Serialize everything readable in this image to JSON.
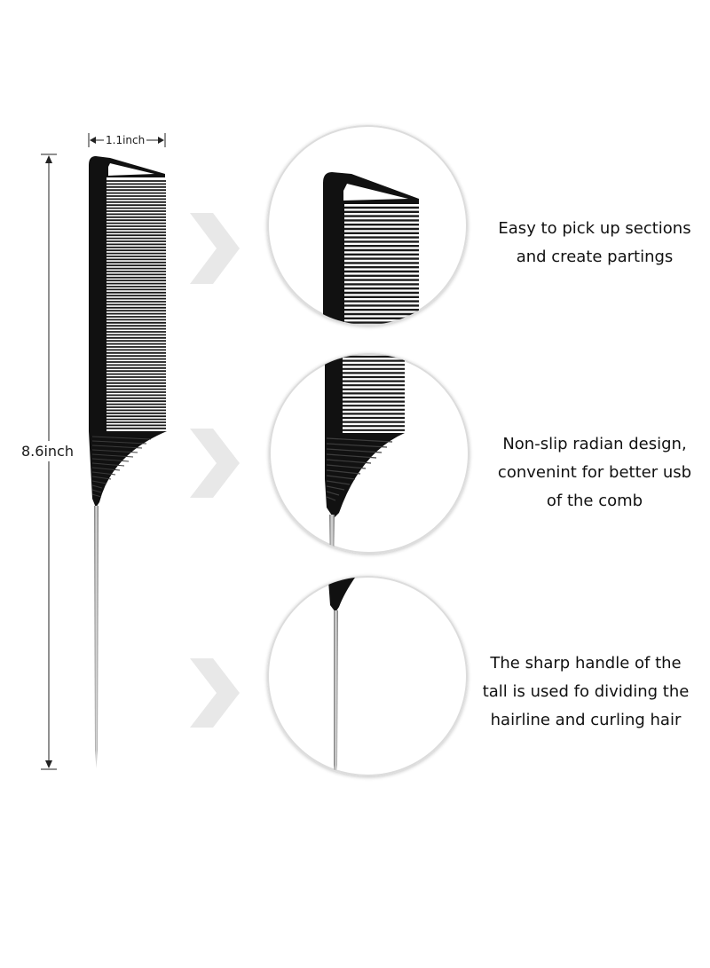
{
  "dimensions": {
    "width_label": "1.1inch",
    "height_label": "8.6inch"
  },
  "features": [
    {
      "caption": "Easy to pick up sections\nand create partings"
    },
    {
      "caption": "Non-slip radian design,\nconvenint for better usb\nof the comb"
    },
    {
      "caption": "The sharp handle of the\ntall is used fo dividing the\nhairline and curling hair"
    }
  ],
  "colors": {
    "comb": "#111111",
    "metal": "#9a9a9a",
    "circle_border": "#dddddd",
    "chevron": "#e6e6e6",
    "text": "#111111"
  }
}
